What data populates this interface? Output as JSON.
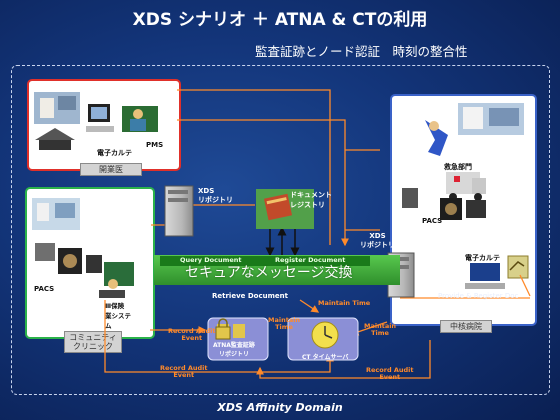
{
  "title": {
    "line1": "XDS シナリオ ＋ ATNA & CTの利用",
    "line2": "監査証跡とノード認証　時刻の整合性"
  },
  "clinic_top": {
    "label": "開業医",
    "emr": "電子カルテ",
    "pms": "PMS"
  },
  "clinic_left": {
    "label": "コミュニティ\nクリニック",
    "pacs": "PACS",
    "system": "Ⅲ保険\n業システ\nム"
  },
  "hospital_right": {
    "label": "中核病院",
    "er": "救急部門",
    "pacs": "PACS",
    "emr": "電子カルテ"
  },
  "registry": {
    "label": "XDS\nリポジトリ"
  },
  "repository_right": {
    "label": "XDS\nリポジトリ"
  },
  "doc_registry": {
    "label": "ドキュメント\nレジストリ"
  },
  "secure_messaging": {
    "label": "セキュアなメッセージ交換"
  },
  "flows": {
    "query_docs": "Query Document",
    "register_docs": "Register Document",
    "retrieve_docs": "Retrieve Document",
    "provide_register": "Provide & Register Doc",
    "maintain_time_1": "Maintain Time",
    "maintain_time_2": "Maintain\nTime",
    "maintain_time_3": "Maintain\nTime",
    "record_audit_1": "Record Audit\nEvent",
    "record_audit_2": "Record Audit\nEvent",
    "record_audit_3": "Record Audit\nEvent"
  },
  "servers": {
    "audit": "ATNA監査証跡\nリポジトリ",
    "ct": "CT タイムサーバ"
  },
  "footer": "XDS Affinity Domain",
  "colors": {
    "background": "#13357a",
    "red_box": "#e0302a",
    "green_box": "#2bb24a",
    "blue_box": "#3a62c8",
    "band": "#3aa63a",
    "orange_flow": "#ff8a2a"
  }
}
